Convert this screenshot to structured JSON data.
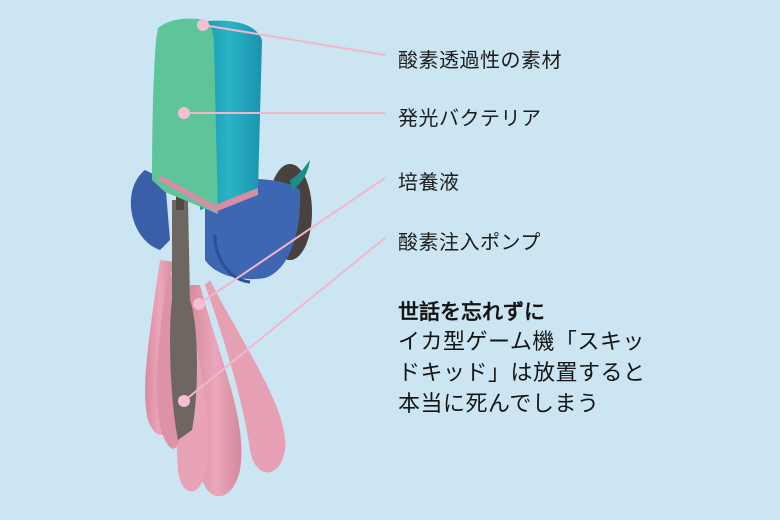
{
  "colors": {
    "background": "#cbe6f2",
    "leader_line": "#f2b6cc",
    "tank_green": "#5ec49a",
    "tank_teal": "#1ea3b6",
    "skirt_blue": "#3d66b3",
    "tentacle_pink": "#e39aae",
    "core_grey": "#6e6661"
  },
  "labels": [
    {
      "text": "酸素透過性の素材",
      "target": "outer-shell"
    },
    {
      "text": "発光バクテリア",
      "target": "bacteria-tank"
    },
    {
      "text": "培養液",
      "target": "culture-fluid"
    },
    {
      "text": "酸素注入ポンプ",
      "target": "oxygen-pump"
    }
  ],
  "caption": {
    "headline": "世話を忘れずに",
    "lines": [
      "イカ型ゲーム機「スキッ",
      "ドキッド」は放置すると",
      "本当に死んでしまう"
    ]
  }
}
